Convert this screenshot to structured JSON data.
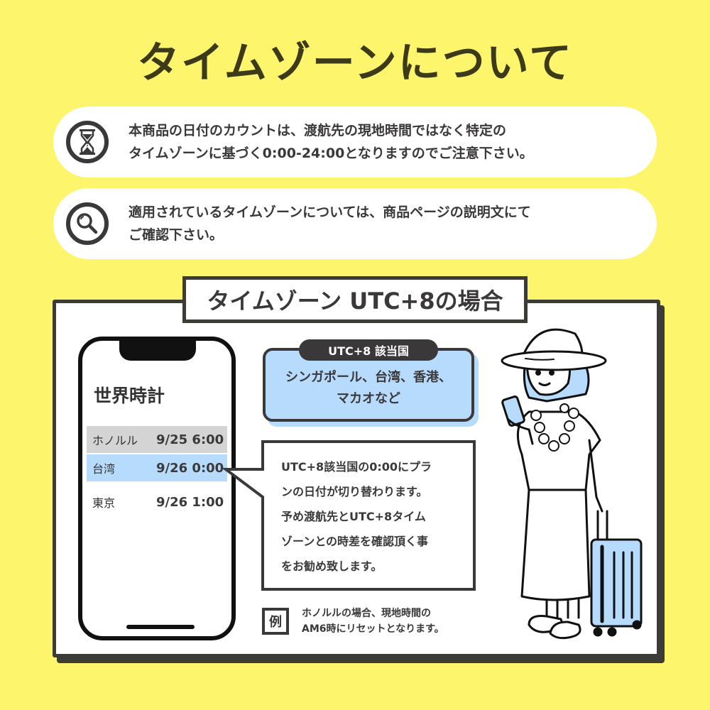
{
  "title": "タイムゾーンについて",
  "notes": [
    {
      "icon": "hourglass-icon",
      "lines": [
        "本商品の日付のカウントは、渡航先の現地時間ではなく特定の",
        "タイムゾーンに基づく0:00-24:00となりますのでご注意下さい。"
      ]
    },
    {
      "icon": "magnifier-icon",
      "lines": [
        "適用されているタイムゾーンについては、商品ページの説明文にて",
        "ご確認下さい。"
      ]
    }
  ],
  "panel": {
    "title": "タイムゾーン UTC+8の場合",
    "phone": {
      "heading": "世界時計",
      "rows": [
        {
          "city": "ホノルル",
          "time": "9/25 6:00"
        },
        {
          "city": "台湾",
          "time": "9/26 0:00"
        },
        {
          "city": "東京",
          "time": "9/26 1:00"
        }
      ]
    },
    "countries": {
      "label": "UTC+8 該当国",
      "lines": [
        "シンガポール、台湾、香港、",
        "マカオなど"
      ]
    },
    "callout": {
      "lines": [
        "UTC+8該当国の0:00にプラ",
        "ンの日付が切り替わります。",
        "予め渡航先とUTC+8タイム",
        "ゾーンとの時差を確認頂く事",
        "をお勧め致します。"
      ]
    },
    "example": {
      "badge": "例",
      "lines": [
        "ホノルルの場合、現地時間の",
        "AM6時にリセットとなります。"
      ]
    }
  },
  "colors": {
    "background": "#fdf66c",
    "accent_blue": "#b7dbfd",
    "dark": "#3a3838",
    "highlight_gray": "#d4d4d4"
  }
}
